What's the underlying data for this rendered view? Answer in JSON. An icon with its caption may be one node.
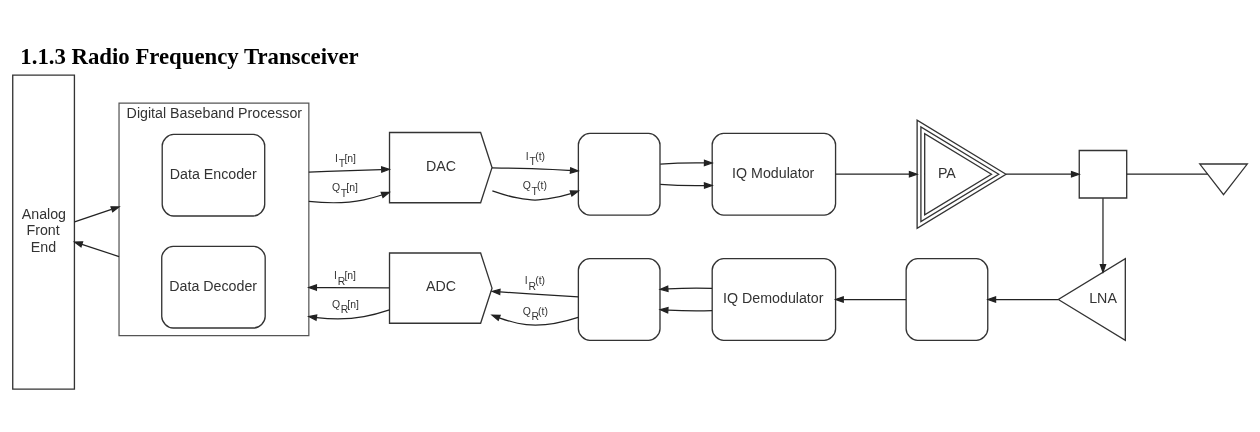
{
  "diagram": {
    "title": "1.1.3 Radio Frequency Transceiver",
    "nodes": [
      {
        "text": [
          "Analog Front End"
        ]
      },
      {
        "text": [
          "Digital Baseband Processor"
        ]
      },
      {
        "text": [
          "Data Encoder"
        ],
        "in": 1
      },
      {
        "text": [
          "Data Decoder"
        ],
        "in": 1
      },
      {
        "text": [
          "DAC"
        ]
      },
      {
        "text": [],
        "shape": "box"
      },
      {
        "text": [
          "IQ Modulator"
        ]
      },
      {
        "text": [
          "PA"
        ]
      },
      {
        "text": [],
        "shape": "box"
      },
      {
        "text": [],
        "shape": "picture"
      },
      {
        "text": [],
        "shape": "box"
      },
      {
        "text": [
          "LNA"
        ]
      },
      {
        "text": [
          "IQ Demodulator"
        ]
      },
      {
        "text": [],
        "shape": "box"
      },
      {
        "text": [
          "ADC"
        ]
      }
    ],
    "edges": [
      {
        "from": 0,
        "to": 1,
        "arrow": "to"
      },
      {
        "from": 1,
        "to": 4,
        "arrow": "to",
        "label": "I$_{T}$[n]"
      },
      {
        "from": 1,
        "to": 4,
        "arrow": "to",
        "label": "Q$_{T}$[n]"
      },
      {
        "from": 4,
        "to": 5,
        "arrow": "to",
        "label": "I$_{T}$(t)"
      },
      {
        "from": 4,
        "to": 5,
        "arrow": "to",
        "label": "Q$_{T}$(t)"
      },
      {
        "from": 5,
        "to": 6,
        "arrow": "to"
      },
      {
        "from": 5,
        "to": 6,
        "arrow": "to"
      },
      {
        "from": 6,
        "to": 7,
        "arrow": "to"
      },
      {
        "from": 7,
        "to": 8,
        "arrow": "to"
      },
      {
        "from": 8,
        "to": 9,
        "arrow": "none"
      },
      {
        "from": 8,
        "to": 11,
        "arrow": "to"
      },
      {
        "from": 11,
        "to": 10,
        "arrow": "to"
      },
      {
        "from": 10,
        "to": 12,
        "arrow": "to"
      },
      {
        "from": 12,
        "to": 13,
        "arrow": "to"
      },
      {
        "from": 12,
        "to": 13,
        "arrow": "to"
      },
      {
        "from": 13,
        "to": 14,
        "arrow": "to",
        "label": "I$_{R}$(t)"
      },
      {
        "from": 13,
        "to": 14,
        "arrow": "to",
        "label": "Q$_{R}$(t)"
      },
      {
        "from": 14,
        "to": 1,
        "arrow": "to",
        "label": "I$_{R}$[n]"
      },
      {
        "from": 14,
        "to": 1,
        "arrow": "to",
        "label": "Q$_{R}$[n]"
      },
      {
        "from": 1,
        "to": 0,
        "arrow": "to"
      }
    ]
  }
}
